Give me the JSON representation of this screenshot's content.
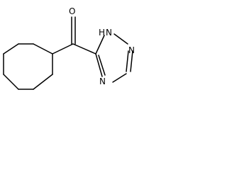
{
  "molecule": {
    "atoms": {
      "carbonyl_oxygen": "O",
      "n1h": "N",
      "n1h_hydrogen": "H",
      "n2": "N",
      "n4": "N"
    },
    "colors": {
      "bond": "#000000",
      "label": "#000000",
      "background": "#ffffff"
    }
  }
}
